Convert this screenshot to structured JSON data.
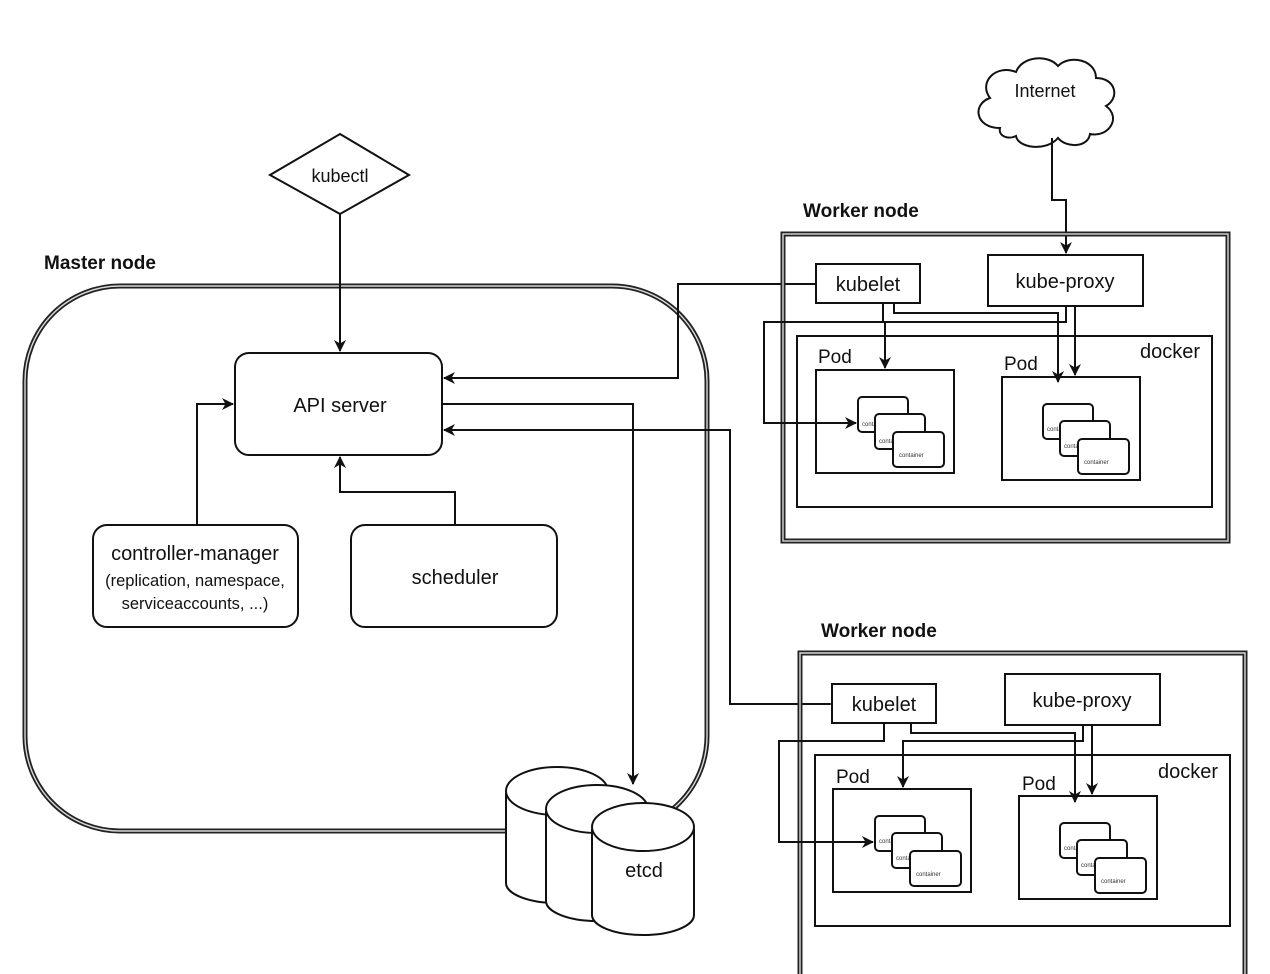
{
  "diagram": {
    "title": "Kubernetes architecture",
    "master": {
      "label": "Master node",
      "kubectl": "kubectl",
      "api_server": "API server",
      "controller_manager": {
        "title": "controller-manager",
        "line2": "(replication, namespace,",
        "line3": "serviceaccounts, ...)"
      },
      "scheduler": "scheduler",
      "etcd": "etcd"
    },
    "internet": "Internet",
    "workers": [
      {
        "label": "Worker node",
        "kubelet": "kubelet",
        "kube_proxy": "kube-proxy",
        "docker": "docker",
        "pods": [
          {
            "label": "Pod",
            "containers": [
              "container",
              "container",
              "container"
            ]
          },
          {
            "label": "Pod",
            "containers": [
              "container",
              "container",
              "container"
            ]
          }
        ]
      },
      {
        "label": "Worker node",
        "kubelet": "kubelet",
        "kube_proxy": "kube-proxy",
        "docker": "docker",
        "pods": [
          {
            "label": "Pod",
            "containers": [
              "container",
              "container",
              "container"
            ]
          },
          {
            "label": "Pod",
            "containers": [
              "container",
              "container",
              "container"
            ]
          }
        ]
      }
    ],
    "connections": [
      {
        "from": "kubectl",
        "to": "api-server"
      },
      {
        "from": "controller-manager",
        "to": "api-server"
      },
      {
        "from": "scheduler",
        "to": "api-server"
      },
      {
        "from": "api-server",
        "to": "etcd"
      },
      {
        "from": "kubelet-1",
        "to": "api-server",
        "bidirectional": true
      },
      {
        "from": "kubelet-2",
        "to": "api-server",
        "bidirectional": true
      },
      {
        "from": "internet",
        "to": "kube-proxy-1"
      },
      {
        "from": "kubelet",
        "to": "containers"
      },
      {
        "from": "kube-proxy",
        "to": "pods"
      }
    ]
  }
}
